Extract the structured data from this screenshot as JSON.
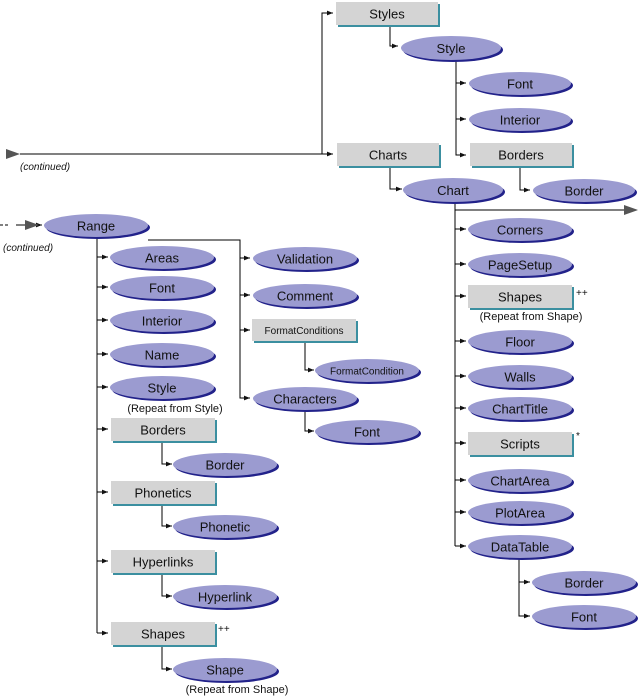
{
  "colors": {
    "object_fill": "#9b9bd0",
    "object_shadow": "#22228a",
    "collection_fill": "#d4d4d4",
    "collection_shadow": "#3b8fa0",
    "line": "#000000",
    "arrow": "#555555"
  },
  "labels": {
    "continued_top": "(continued)",
    "continued_left": "(continued)",
    "styles": "Styles",
    "style": "Style",
    "style_font": "Font",
    "style_interior": "Interior",
    "style_borders": "Borders",
    "style_border": "Border",
    "charts": "Charts",
    "chart": "Chart",
    "corners": "Corners",
    "pagesetup": "PageSetup",
    "chart_shapes": "Shapes",
    "chart_shapes_mark": "++",
    "chart_shapes_note": "(Repeat from Shape)",
    "floor": "Floor",
    "walls": "Walls",
    "charttitle": "ChartTitle",
    "scripts": "Scripts",
    "scripts_mark": "*",
    "chartarea": "ChartArea",
    "plotarea": "PlotArea",
    "datatable": "DataTable",
    "dt_border": "Border",
    "dt_font": "Font",
    "range": "Range",
    "areas": "Areas",
    "range_font": "Font",
    "range_interior": "Interior",
    "name": "Name",
    "range_style": "Style",
    "range_style_note": "(Repeat from Style)",
    "range_borders": "Borders",
    "range_border": "Border",
    "phonetics": "Phonetics",
    "phonetic": "Phonetic",
    "hyperlinks": "Hyperlinks",
    "hyperlink": "Hyperlink",
    "range_shapes": "Shapes",
    "range_shapes_mark": "++",
    "shape": "Shape",
    "shape_note": "(Repeat from Shape)",
    "validation": "Validation",
    "comment": "Comment",
    "formatconditions": "FormatConditions",
    "formatcondition": "FormatCondition",
    "characters": "Characters",
    "characters_font": "Font"
  }
}
